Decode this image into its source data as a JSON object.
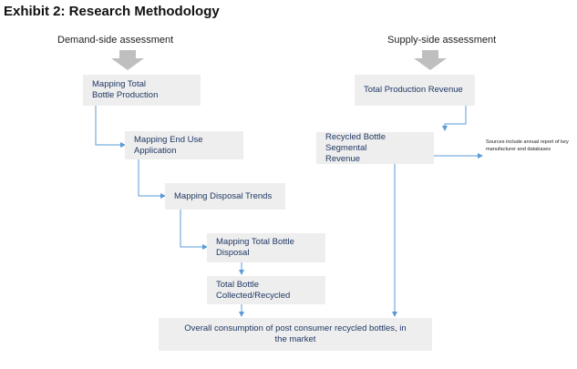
{
  "title": "Exhibit 2: Research Methodology",
  "demand": {
    "heading": "Demand-side assessment",
    "steps": [
      {
        "line1": "Mapping Total",
        "line2": "Bottle Production"
      },
      {
        "line1": "Mapping End Use",
        "line2": "Application"
      },
      {
        "line1": "Mapping Disposal Trends",
        "line2": ""
      },
      {
        "line1": "Mapping Total Bottle",
        "line2": "Disposal"
      },
      {
        "line1": "Total Bottle",
        "line2": "Collected/Recycled"
      }
    ]
  },
  "supply": {
    "heading": "Supply-side assessment",
    "steps": [
      {
        "line1": "Total Production Revenue",
        "line2": ""
      },
      {
        "line1": "Recycled Bottle Segmental",
        "line2": "Revenue"
      }
    ],
    "note": "Sources include annual report of key manufacturer and databases"
  },
  "result": {
    "line1": "Overall consumption of post consumer recycled bottles, in",
    "line2": "the market"
  },
  "colors": {
    "box_fill": "#eeeeee",
    "box_text": "#1f3864",
    "connector": "#5b9bd5",
    "input_arrow": "#bfbfbf"
  }
}
